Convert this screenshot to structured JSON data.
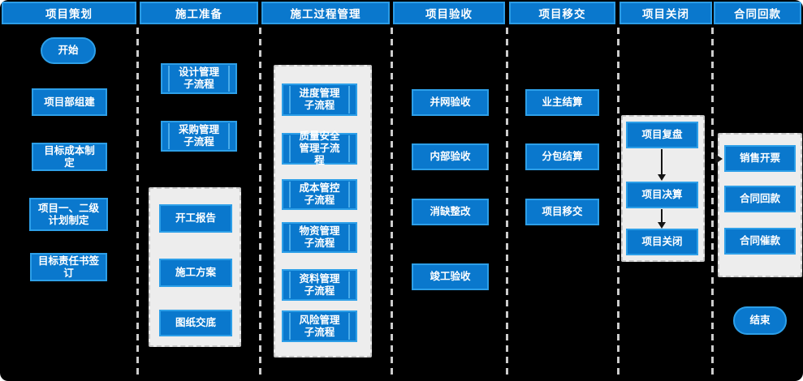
{
  "diagram": {
    "type": "swimlane-flowchart",
    "colors": {
      "canvas_background": "#000000",
      "shape_fill": "#0a78cd",
      "shape_border": "#2d9fe8",
      "subprocess_bar": "#49abe9",
      "group_background": "#ededed",
      "group_border": "#c6c6c6",
      "lane_divider": "#cccccc",
      "text": "#ffffff",
      "arrow": "#141414"
    }
  },
  "lanes": [
    {
      "header": "项目策划",
      "nodes": [
        {
          "label": "开始",
          "type": "terminator"
        },
        {
          "label": "项目部组建",
          "type": "process"
        },
        {
          "label": "目标成本制定",
          "type": "process"
        },
        {
          "label": "项目一、二级计划制定",
          "type": "process"
        },
        {
          "label": "目标责任书签订",
          "type": "process"
        }
      ]
    },
    {
      "header": "施工准备",
      "nodes": [
        {
          "label": "设计管理子流程",
          "type": "subprocess"
        },
        {
          "label": "采购管理子流程",
          "type": "subprocess"
        },
        {
          "label": "开工报告",
          "type": "process",
          "grouped": true
        },
        {
          "label": "施工方案",
          "type": "process",
          "grouped": true
        },
        {
          "label": "图纸交底",
          "type": "process",
          "grouped": true
        }
      ]
    },
    {
      "header": "施工过程管理",
      "nodes": [
        {
          "label": "进度管理子流程",
          "type": "subprocess",
          "grouped": true
        },
        {
          "label": "质量安全管理子流程",
          "type": "subprocess",
          "grouped": true
        },
        {
          "label": "成本管控子流程",
          "type": "subprocess",
          "grouped": true
        },
        {
          "label": "物资管理子流程",
          "type": "subprocess",
          "grouped": true
        },
        {
          "label": "资料管理子流程",
          "type": "subprocess",
          "grouped": true
        },
        {
          "label": "风险管理子流程",
          "type": "subprocess",
          "grouped": true
        }
      ]
    },
    {
      "header": "项目验收",
      "nodes": [
        {
          "label": "并网验收",
          "type": "process"
        },
        {
          "label": "内部验收",
          "type": "process"
        },
        {
          "label": "消缺整改",
          "type": "process"
        },
        {
          "label": "竣工验收",
          "type": "process"
        }
      ]
    },
    {
      "header": "项目移交",
      "nodes": [
        {
          "label": "业主结算",
          "type": "process"
        },
        {
          "label": "分包结算",
          "type": "process"
        },
        {
          "label": "项目移交",
          "type": "process"
        }
      ]
    },
    {
      "header": "项目关闭",
      "nodes": [
        {
          "label": "项目复盘",
          "type": "process",
          "grouped": true
        },
        {
          "label": "项目决算",
          "type": "process",
          "grouped": true
        },
        {
          "label": "项目关闭",
          "type": "process",
          "grouped": true
        }
      ]
    },
    {
      "header": "合同回款",
      "nodes": [
        {
          "label": "销售开票",
          "type": "process",
          "grouped": true
        },
        {
          "label": "合同回款",
          "type": "process",
          "grouped": true
        },
        {
          "label": "合同催款",
          "type": "process",
          "grouped": true
        },
        {
          "label": "结束",
          "type": "terminator"
        }
      ]
    }
  ]
}
